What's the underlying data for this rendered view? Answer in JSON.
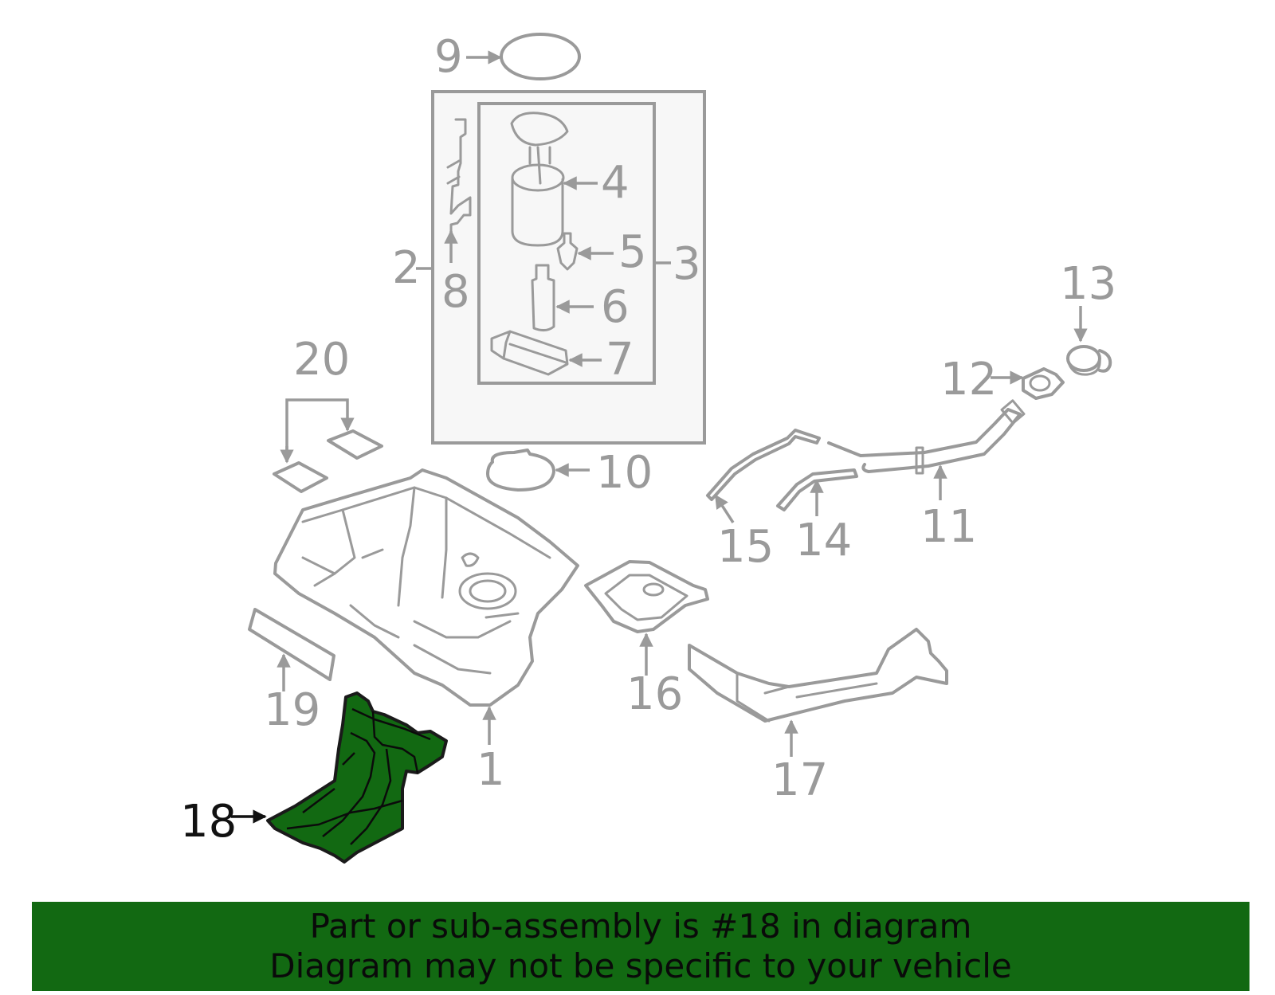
{
  "diagram": {
    "highlighted_part": "18",
    "colors": {
      "highlight": "#126912",
      "parts": "#9a9a9a",
      "banner": "#126912"
    },
    "callouts": [
      "1",
      "2",
      "3",
      "4",
      "5",
      "6",
      "7",
      "8",
      "9",
      "10",
      "11",
      "12",
      "13",
      "14",
      "15",
      "16",
      "17",
      "18",
      "19",
      "20"
    ]
  },
  "banner": {
    "line1": "Part or sub-assembly is #18 in diagram",
    "line2": "Diagram may not be specific to your vehicle"
  }
}
